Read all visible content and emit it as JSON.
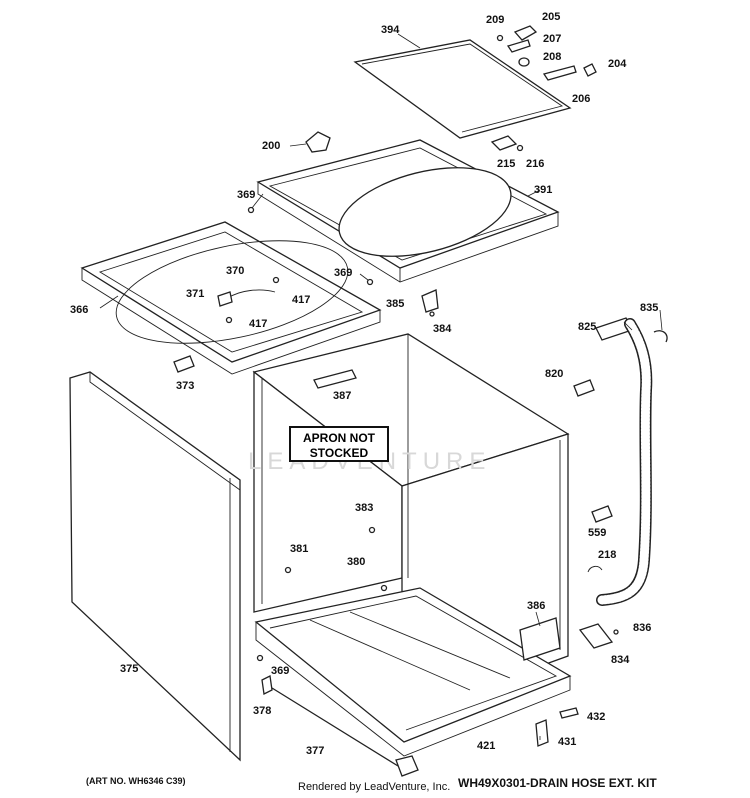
{
  "parts": [
    {
      "id": "394",
      "name": "part-394"
    },
    {
      "id": "209",
      "name": "part-209"
    },
    {
      "id": "205",
      "name": "part-205"
    },
    {
      "id": "207",
      "name": "part-207"
    },
    {
      "id": "208",
      "name": "part-208"
    },
    {
      "id": "204",
      "name": "part-204"
    },
    {
      "id": "206",
      "name": "part-206"
    },
    {
      "id": "200",
      "name": "part-200"
    },
    {
      "id": "215",
      "name": "part-215"
    },
    {
      "id": "216",
      "name": "part-216"
    },
    {
      "id": "369",
      "name": "part-369-top"
    },
    {
      "id": "391",
      "name": "part-391"
    },
    {
      "id": "370",
      "name": "part-370"
    },
    {
      "id": "369",
      "name": "part-369-mid"
    },
    {
      "id": "371",
      "name": "part-371"
    },
    {
      "id": "417",
      "name": "part-417-a"
    },
    {
      "id": "366",
      "name": "part-366"
    },
    {
      "id": "417",
      "name": "part-417-b"
    },
    {
      "id": "385",
      "name": "part-385"
    },
    {
      "id": "384",
      "name": "part-384"
    },
    {
      "id": "835",
      "name": "part-835"
    },
    {
      "id": "825",
      "name": "part-825"
    },
    {
      "id": "373",
      "name": "part-373"
    },
    {
      "id": "820",
      "name": "part-820"
    },
    {
      "id": "387",
      "name": "part-387"
    },
    {
      "id": "383",
      "name": "part-383"
    },
    {
      "id": "559",
      "name": "part-559"
    },
    {
      "id": "381",
      "name": "part-381"
    },
    {
      "id": "380",
      "name": "part-380"
    },
    {
      "id": "218",
      "name": "part-218"
    },
    {
      "id": "386",
      "name": "part-386"
    },
    {
      "id": "836",
      "name": "part-836"
    },
    {
      "id": "375",
      "name": "part-375"
    },
    {
      "id": "834",
      "name": "part-834"
    },
    {
      "id": "369",
      "name": "part-369-bottom"
    },
    {
      "id": "378",
      "name": "part-378"
    },
    {
      "id": "432",
      "name": "part-432"
    },
    {
      "id": "421",
      "name": "part-421"
    },
    {
      "id": "377",
      "name": "part-377"
    },
    {
      "id": "431",
      "name": "part-431"
    }
  ],
  "apron_note": {
    "line1": "APRON NOT",
    "line2": "STOCKED"
  },
  "watermark": "LEADVENTURE",
  "art_no": "(ART NO. WH6346 C39)",
  "credit": "Rendered by LeadVenture, Inc.",
  "kit_note": "WH49X0301-DRAIN HOSE EXT. KIT"
}
